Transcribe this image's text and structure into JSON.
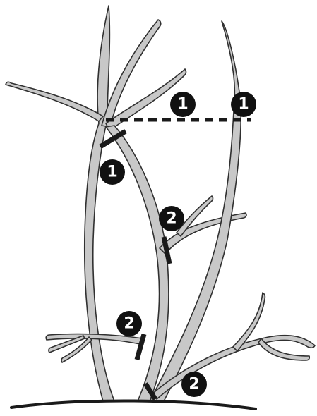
{
  "diagram": {
    "labels": {
      "cut_top_left": "1",
      "cut_top_right": "1",
      "cut_fork": "1",
      "cut_mid_branch": "2",
      "cut_low_branch": "2",
      "cut_base": "2"
    },
    "colors": {
      "stem_fill": "#c8c8c8",
      "stem_outline": "#303030",
      "ground": "#1a1a1a",
      "cut_line": "#1a1a1a",
      "badge_fill": "#111111",
      "badge_text": "#ffffff"
    },
    "icons": {
      "cut_marker": "cut-mark-icon",
      "height_guide": "dashed-line"
    }
  }
}
